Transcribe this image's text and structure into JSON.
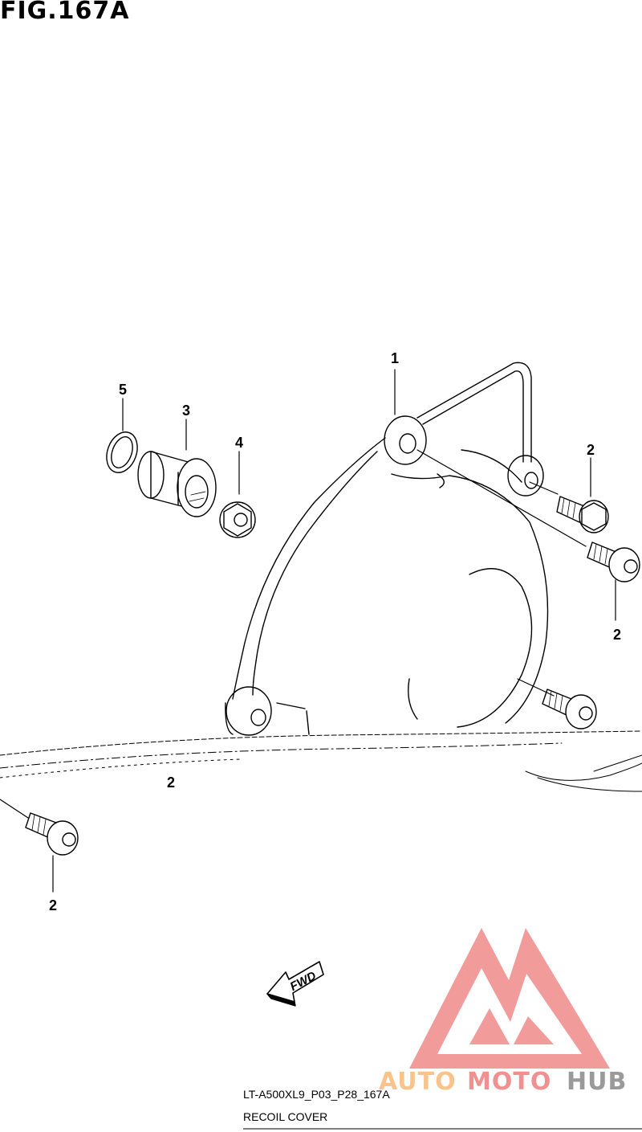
{
  "figure": {
    "title": "FIG.167A",
    "code": "LT-A500XL9_P03_P28_167A",
    "name": "RECOIL COVER"
  },
  "callouts": [
    "1",
    "2",
    "2",
    "2",
    "2",
    "3",
    "4",
    "5"
  ],
  "direction_label": "FWD",
  "watermark": {
    "part1": "AUTO",
    "part2": "MOTO",
    "part3": "HUB",
    "colors": {
      "auto": "#f8c48c",
      "moto": "#f09090",
      "hub": "#9a9a9a",
      "logo": "#f08a8a"
    }
  }
}
